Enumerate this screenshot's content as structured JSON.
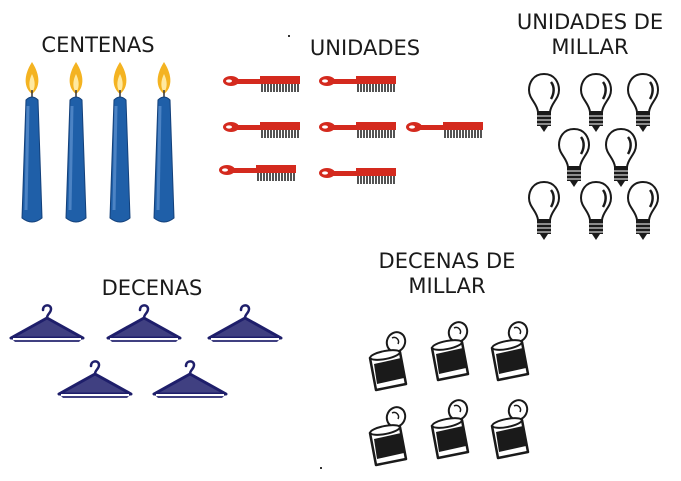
{
  "labels": {
    "centenas": "CENTENAS",
    "unidades": "UNIDADES",
    "unidades_de_millar": "UNIDADES DE\nMILLAR",
    "decenas": "DECENAS",
    "decenas_de_millar": "DECENAS DE\nMILLAR"
  },
  "counts": {
    "candles": 4,
    "combs": 7,
    "light_bulbs": 8,
    "hangers": 5,
    "cans": 6
  },
  "icons": {
    "candle": "candle-icon",
    "comb": "comb-icon",
    "bulb": "light-bulb-icon",
    "hanger": "hanger-icon",
    "can": "can-icon"
  },
  "colors": {
    "candle": "#1f5fa8",
    "flame": "#f4b321",
    "comb": "#d42a1e",
    "hanger": "#1f1f6b",
    "outline": "#1a1a1a"
  }
}
